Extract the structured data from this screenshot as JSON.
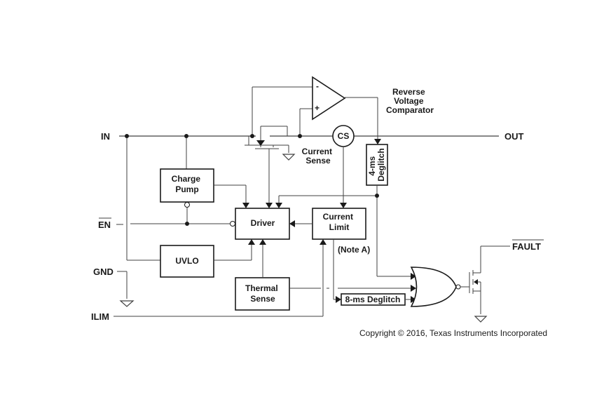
{
  "pins": {
    "in": "IN",
    "out": "OUT",
    "en": "EN",
    "gnd": "GND",
    "ilim": "ILIM",
    "fault": "FAULT"
  },
  "blocks": {
    "charge_pump": [
      "Charge",
      "Pump"
    ],
    "driver": "Driver",
    "uvlo": "UVLO",
    "thermal_sense": [
      "Thermal",
      "Sense"
    ],
    "current_limit": [
      "Current",
      "Limit"
    ],
    "deglitch_4ms": [
      "4-ms",
      "Deglitch"
    ],
    "deglitch_8ms": "8-ms Deglitch",
    "cs": "CS"
  },
  "labels": {
    "comparator": [
      "Reverse",
      "Voltage",
      "Comparator"
    ],
    "current_sense": [
      "Current",
      "Sense"
    ],
    "note_a": "(Note A)",
    "opamp_minus": "-",
    "opamp_plus": "+"
  },
  "copyright": "Copyright © 2016, Texas Instruments Incorporated"
}
